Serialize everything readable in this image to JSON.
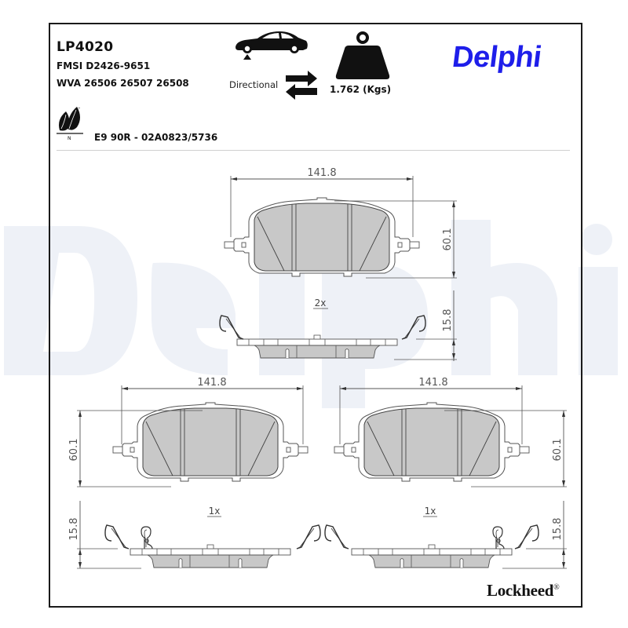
{
  "header": {
    "part_number": "LP4020",
    "fmsi": "FMSI D2426-9651",
    "wva": "WVA 26506 26507 26508",
    "approval": "E9 90R - 02A0823/5736",
    "directional_label": "Directional",
    "weight": "1.762 (Kgs)",
    "brand": "Delphi",
    "brand_color": "#1e1eea",
    "footer_brand": "Lockheed",
    "footer_brand_mark": "®",
    "eco_icon_label": "N"
  },
  "icons": [
    "car-axle-position-icon",
    "directional-arrows-icon",
    "weight-icon",
    "eco-leaf-icon"
  ],
  "watermark": {
    "text": "Delphi",
    "color": "#eef1f7"
  },
  "drawings": {
    "top_pad": {
      "width_dim": "141.8",
      "height_dim": "60.1",
      "thickness_dim": "15.8",
      "quantity": "2x"
    },
    "bottom_left_pad": {
      "width_dim": "141.8",
      "height_dim": "60.1",
      "thickness_dim": "15.8",
      "quantity": "1x"
    },
    "bottom_right_pad": {
      "width_dim": "141.8",
      "height_dim": "60.1",
      "thickness_dim": "15.8",
      "quantity": "1x"
    }
  }
}
